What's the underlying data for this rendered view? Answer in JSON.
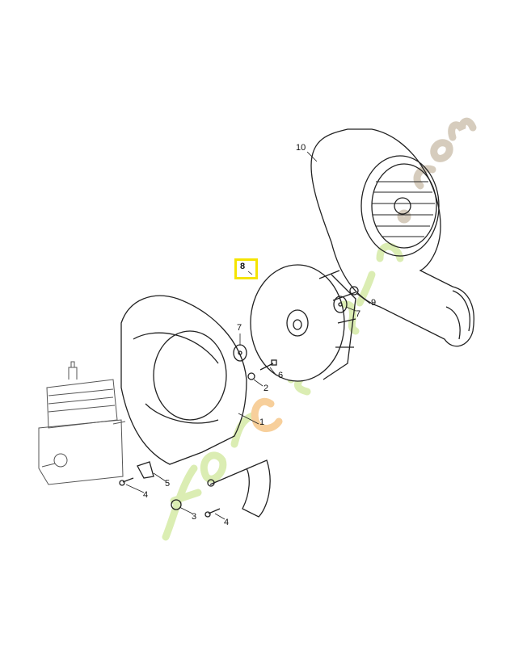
{
  "diagram": {
    "callouts": [
      {
        "part": "10",
        "label": "10"
      },
      {
        "part": "8",
        "label": "8",
        "highlighted": true
      },
      {
        "part": "7a",
        "label": "7"
      },
      {
        "part": "7b",
        "label": "7"
      },
      {
        "part": "9",
        "label": "9"
      },
      {
        "part": "6",
        "label": "6"
      },
      {
        "part": "2",
        "label": "2"
      },
      {
        "part": "1",
        "label": "1"
      },
      {
        "part": "5",
        "label": "5"
      },
      {
        "part": "4a",
        "label": "4"
      },
      {
        "part": "3",
        "label": "3"
      },
      {
        "part": "4b",
        "label": "4"
      }
    ],
    "highlight_color": "#f5e400",
    "watermark": {
      "text": "forcejardin.com",
      "colors": [
        "#c8e68c",
        "#f5c07a",
        "#c9bca8"
      ]
    }
  }
}
